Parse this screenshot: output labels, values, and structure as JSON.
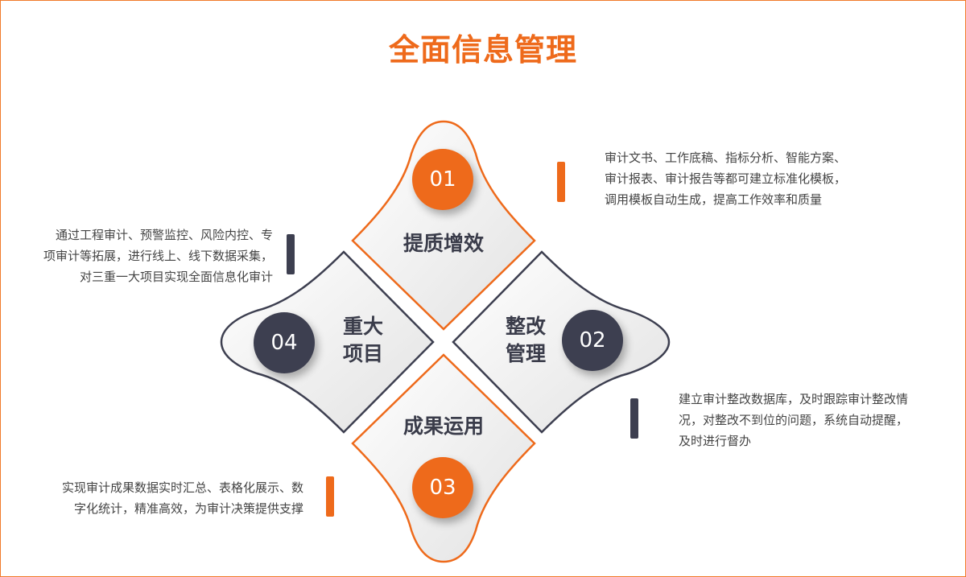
{
  "title": "全面信息管理",
  "items": [
    {
      "num": "01",
      "label": "提质增效",
      "text": [
        "审计文书、工作底稿、指标分析、智能方案、",
        "审计报表、审计报告等都可建立标准化模板，",
        "调用模板自动生成，提高工作效率和质量"
      ]
    },
    {
      "num": "02",
      "label": [
        "整改",
        "管理"
      ],
      "text": [
        "建立审计整改数据库，及时跟踪审计整改情",
        "况，对整改不到位的问题，系统自动提醒，",
        "及时进行督办"
      ]
    },
    {
      "num": "03",
      "label": "成果运用",
      "text": [
        "实现审计成果数据实时汇总、表格化展示、数",
        "字化统计，精准高效，为审计决策提供支撑"
      ]
    },
    {
      "num": "04",
      "label": [
        "重大",
        "项目"
      ],
      "text": [
        "通过工程审计、预警监控、风险内控、专",
        "项审计等拓展，进行线上、线下数据采集，",
        "对三重一大项目实现全面信息化审计"
      ]
    }
  ],
  "colors": {
    "orange": "#ee6a1b",
    "dark": "#3d3f50"
  }
}
